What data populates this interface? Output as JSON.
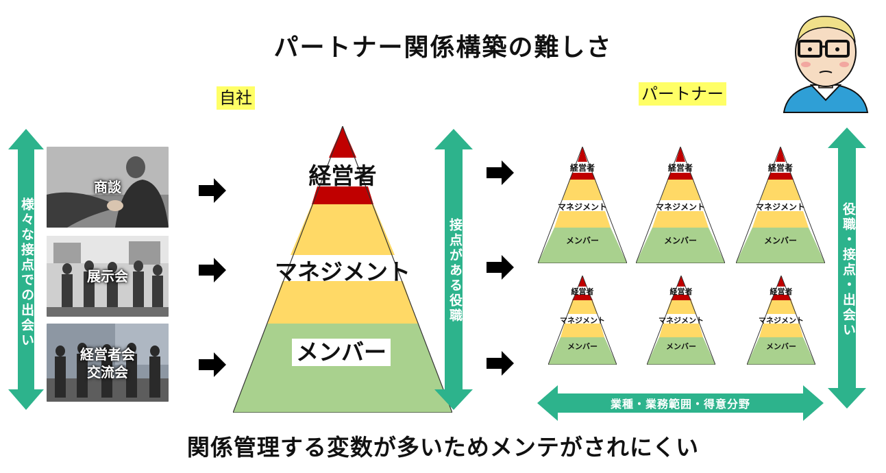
{
  "title": "パートナー関係構築の難しさ",
  "footer": "関係管理する変数が多いためメンテがされにくい",
  "company_label": "自社",
  "partner_label": "パートナー",
  "left_vertical": "様々な接点での出会い",
  "middle_vertical": "接点がある役職",
  "right_vertical": "役職・接点・出会い",
  "bottom_band": "業種・業務範囲・得意分野",
  "photos": [
    {
      "label": "商談"
    },
    {
      "label": "展示会"
    },
    {
      "label_lines": [
        "経営者会",
        "交流会"
      ]
    }
  ],
  "pyramid_levels": {
    "top": "経営者",
    "middle": "マネジメント",
    "bottom": "メンバー"
  },
  "colors": {
    "teal": "#2db38c",
    "red": "#c00000",
    "yellow": "#ffd966",
    "green": "#a9d18e",
    "highlight": "#ffff66"
  },
  "icons": {
    "arrow": "right-arrow-icon",
    "person": "person-avatar-icon"
  }
}
